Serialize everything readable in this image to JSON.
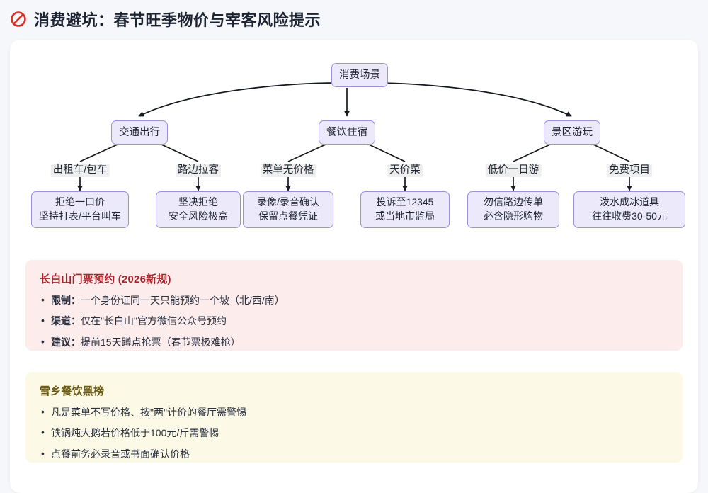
{
  "header": {
    "icon": "prohibit-icon",
    "title": "消费避坑：春节旺季物价与宰客风险提示"
  },
  "flow": {
    "root": {
      "label": "消费场景"
    },
    "branches": [
      {
        "label": "交通出行",
        "children": [
          {
            "edge_label": "出租车/包车",
            "line1": "拒绝一口价",
            "line2": "坚持打表/平台叫车"
          },
          {
            "edge_label": "路边拉客",
            "line1": "坚决拒绝",
            "line2": "安全风险极高"
          }
        ]
      },
      {
        "label": "餐饮住宿",
        "children": [
          {
            "edge_label": "菜单无价格",
            "line1": "录像/录音确认",
            "line2": "保留点餐凭证"
          },
          {
            "edge_label": "天价菜",
            "line1": "投诉至12345",
            "line2": "或当地市监局"
          }
        ]
      },
      {
        "label": "景区游玩",
        "children": [
          {
            "edge_label": "低价一日游",
            "line1": "勿信路边传单",
            "line2": "必含隐形购物"
          },
          {
            "edge_label": "免费项目",
            "line1": "泼水成冰道具",
            "line2": "往往收费30-50元"
          }
        ]
      }
    ]
  },
  "panels": [
    {
      "style": "rose",
      "title": "长白山门票预约 (2026新规)",
      "items": [
        {
          "label": "限制：",
          "text": "一个身份证同一天只能预约一个坡（北/西/南）"
        },
        {
          "label": "渠道：",
          "text": "仅在\"长白山\"官方微信公众号预约"
        },
        {
          "label": "建议：",
          "text": "提前15天蹲点抢票（春节票极难抢）"
        }
      ]
    },
    {
      "style": "amber",
      "title": "雪乡餐饮黑榜",
      "items": [
        {
          "label": "",
          "text": "凡是菜单不写价格、按\"两\"计价的餐厅需警惕"
        },
        {
          "label": "",
          "text": "铁锅炖大鹅若价格低于100元/斤需警惕"
        },
        {
          "label": "",
          "text": "点餐前务必录音或书面确认价格"
        }
      ]
    }
  ],
  "colors": {
    "page_bg": "#f6f7fa",
    "card_bg": "#ffffff",
    "node_fill": "#ece9fb",
    "node_border": "#9d8fd8",
    "edge": "#16191f",
    "rose_panel": "#fcecec",
    "rose_title": "#a8232a",
    "amber_panel": "#fcfae6",
    "amber_title": "#6b5a14"
  }
}
